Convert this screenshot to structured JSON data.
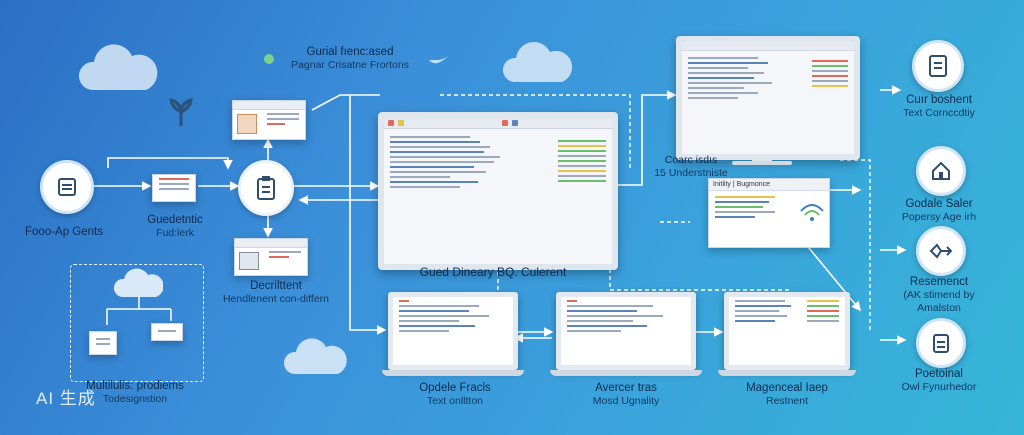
{
  "top_center": {
    "line1": "Gurial fıenc:ased",
    "line2": "Pagnar Crisatne Frortons"
  },
  "left_node": {
    "label": "Fooo-Ap Gents"
  },
  "hub": {
    "line1": "Guedetntic",
    "line2": "Fud:lerk"
  },
  "document": {
    "line1": "Decrilttent",
    "line2": "Hendlenent con-differn"
  },
  "multi": {
    "line1": "Multilulis: prodiems",
    "line2": "Todesignstion"
  },
  "center_screen": {
    "label": "Gued Dineary BQ. Culerent"
  },
  "core_note": {
    "line1": "Coarc isdıs",
    "line2": "15 Understniste"
  },
  "small_panel": {
    "title": "Initlity | Bugmonce"
  },
  "laptops": [
    {
      "line1": "Opdele Fracls",
      "line2": "Text onlltton"
    },
    {
      "line1": "Avercer tras",
      "line2": "Mosd Ugnality"
    },
    {
      "line1": "Magenceal Iaep",
      "line2": "Restnent"
    }
  ],
  "right_nodes": [
    {
      "line1": "Cuır boshent",
      "line2": "Text Cornccdtiy"
    },
    {
      "line1": "Godale Saler",
      "line2": "Popersy Age irh"
    },
    {
      "line1": "Resemenct",
      "line2": "(AK stimend by",
      "line3": "Amalston"
    },
    {
      "line1": "Poetoinal",
      "line2": "Owl Fynurhedor"
    }
  ],
  "watermark": "AI 生成",
  "colors": {
    "bg_start": "#2a6fc4",
    "bg_end": "#36b6d8",
    "text": "#0e2a4a",
    "accent_red": "#e06a5a",
    "accent_green": "#6cbf6a"
  }
}
